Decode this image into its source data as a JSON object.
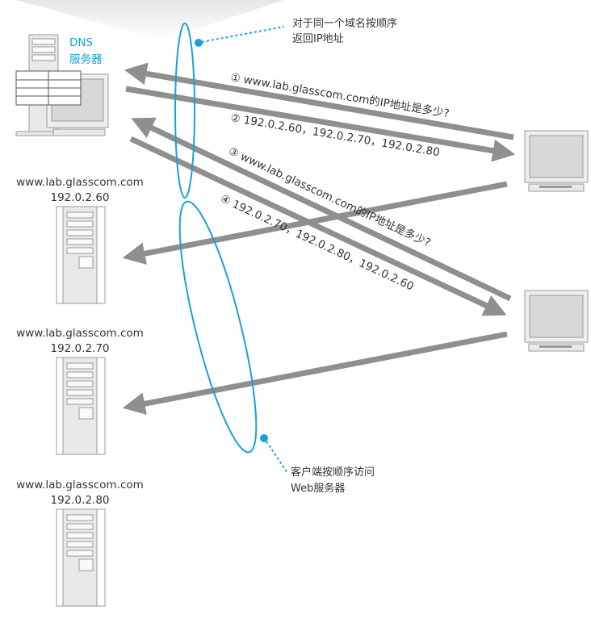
{
  "dns_server": {
    "label_line1": "DNS",
    "label_line2": "服务器"
  },
  "annotations": {
    "dns_line1": "对于同一个域名按顺序",
    "dns_line2": "返回IP地址",
    "client_line1": "客户端按顺序访问",
    "client_line2": "Web服务器"
  },
  "messages": {
    "m1": "① www.lab.glasscom.com的IP地址是多少?",
    "m2": "② 192.0.2.60，192.0.2.70，192.0.2.80",
    "m3": "③ www.lab.glasscom.com的IP地址是多少?",
    "m4": "④ 192.0.2.70，192.0.2.80，192.0.2.60"
  },
  "web_servers": [
    {
      "hostname": "www.lab.glasscom.com",
      "ip": "192.0.2.60"
    },
    {
      "hostname": "www.lab.glasscom.com",
      "ip": "192.0.2.70"
    },
    {
      "hostname": "www.lab.glasscom.com",
      "ip": "192.0.2.80"
    }
  ],
  "colors": {
    "accent": "#1aa1dc",
    "arrow": "#8f8f8f",
    "device_fill": "#e9e9e9",
    "device_stroke": "#9a9a9a"
  }
}
